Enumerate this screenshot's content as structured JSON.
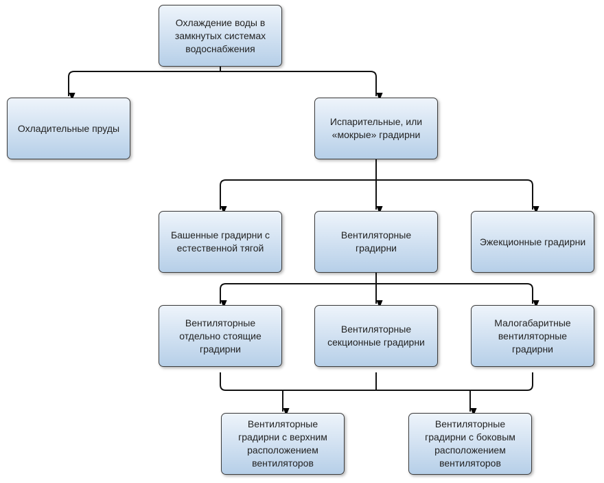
{
  "nodes": {
    "root": "Охлаждение воды в замкнутых системах водоснабжения",
    "ponds": "Охладительные пруды",
    "evaporative": "Испарительные, или «мокрые» градирни",
    "tower_natural": "Башенные градирни с естественной тягой",
    "fan": "Вентиляторные градирни",
    "ejection": "Эжекционные градирни",
    "fan_standalone": "Вентиляторные отдельно стоящие градирни",
    "fan_sectional": "Вентиляторные секционные градирни",
    "fan_small": "Малогабаритные вентиляторные градирни",
    "fan_top": "Вентиляторные градирни с верхним расположением вентиляторов",
    "fan_side": "Вентиляторные градирни с боковым расположением вентиляторов"
  }
}
